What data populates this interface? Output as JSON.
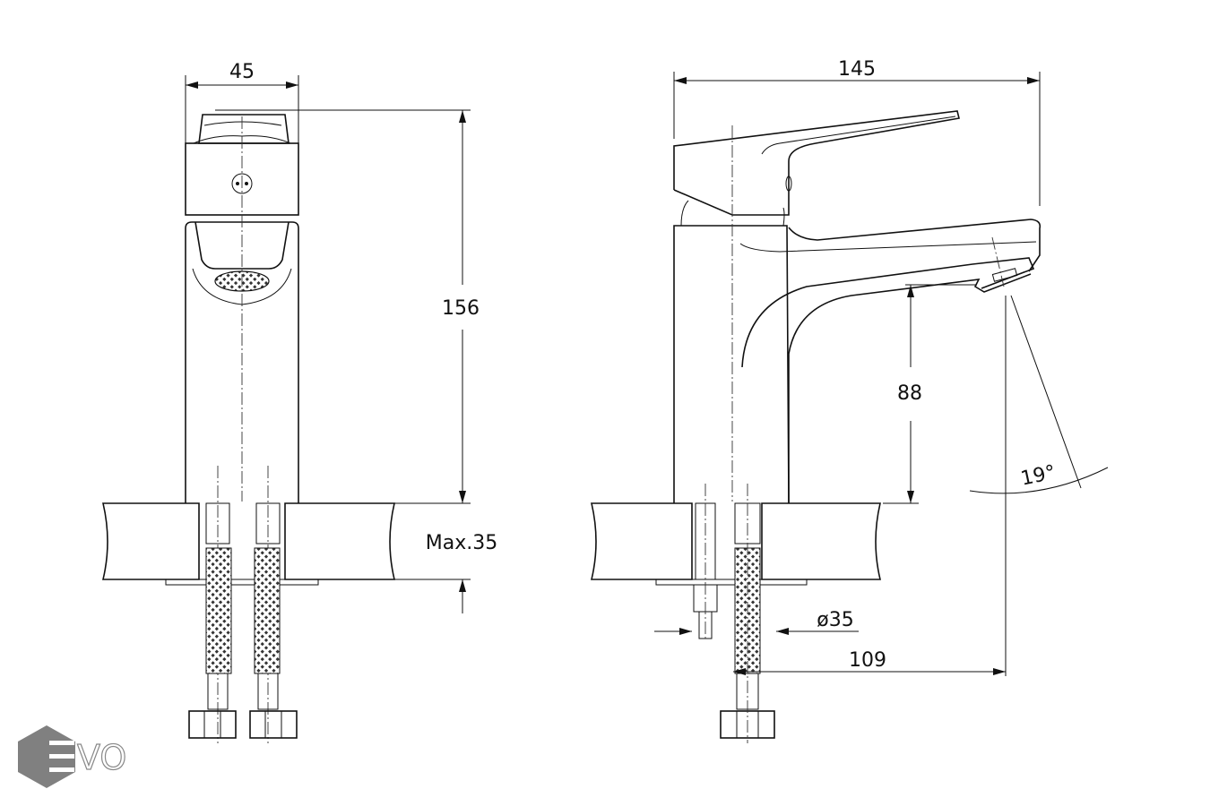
{
  "logo": {
    "text": "EVO",
    "color": "#808080"
  },
  "front_view": {
    "width_label": "45",
    "height_label": "156",
    "counter_thickness_label": "Max.35"
  },
  "side_view": {
    "length_label": "145",
    "spout_clearance_label": "88",
    "angle_label": "19°",
    "hole_diameter_label": "ø35",
    "reach_label": "109"
  }
}
